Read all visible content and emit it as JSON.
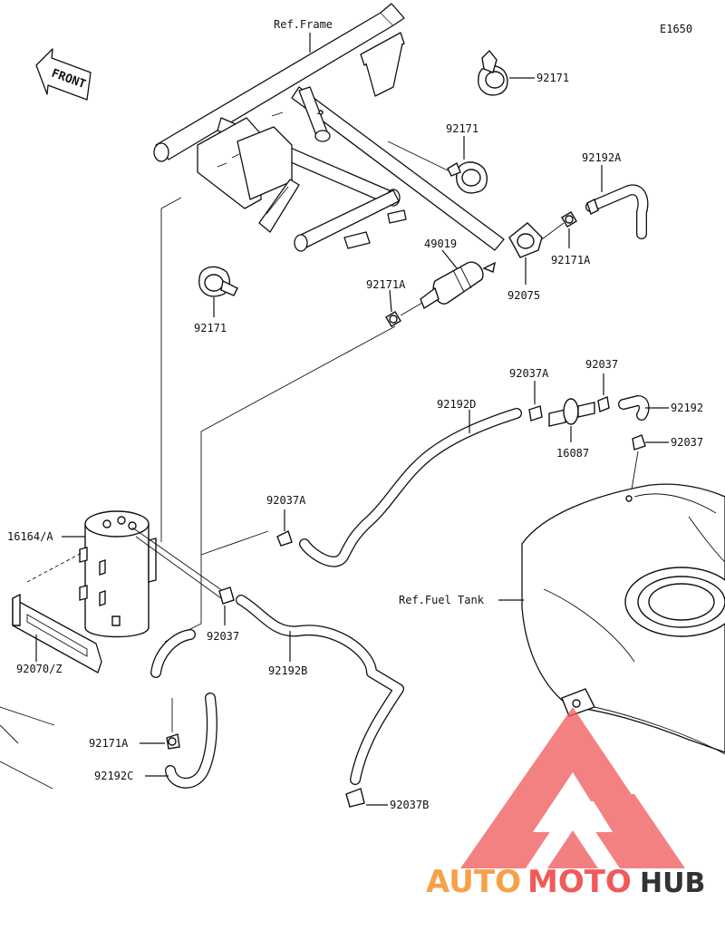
{
  "diagram_code": "E1650",
  "front_label": "FRONT",
  "ref_frame": "Ref.Frame",
  "ref_fuel_tank": "Ref.Fuel Tank",
  "labels": {
    "p92171_top": "92171",
    "p92171_mid": "92171",
    "p92171_left": "92171",
    "p92192A": "92192A",
    "p49019": "49019",
    "p92171A_right": "92171A",
    "p92075": "92075",
    "p92171A_mid": "92171A",
    "p92037A_top": "92037A",
    "p92037_top": "92037",
    "p92192D": "92192D",
    "p92192": "92192",
    "p16087": "16087",
    "p92037_right": "92037",
    "p92037A_mid": "92037A",
    "p16164A": "16164/A",
    "p92037_bottom": "92037",
    "p92070": "92070/Z",
    "p92192B": "92192B",
    "p92171A_bottom": "92171A",
    "p92192C": "92192C",
    "p92037B": "92037B"
  },
  "watermark": {
    "auto": "AUTO",
    "moto": "MOTO",
    "hub": "HUB"
  },
  "colors": {
    "line": "#111111",
    "watermark_red": "#f05a5a",
    "watermark_orange": "#f7a04a",
    "watermark_gray": "#333333"
  }
}
